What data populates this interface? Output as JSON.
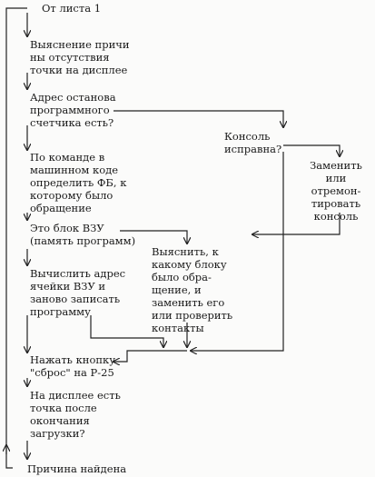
{
  "diagram": {
    "type": "flowchart",
    "nodes": {
      "start": "От листа 1",
      "step1": "Выяснение причи\nны отсутствия\nточки на дисплее",
      "step2": "Адрес останова\nпрограммного\nсчетчика есть?",
      "step3": "По команде в\nмашинном коде\nопределить ФБ, к\nкоторому было\nобращение",
      "step4": "Это блок ВЗУ\n(память программ)",
      "step5": "Вычислить адрес\nячейки ВЗУ и\nзаново записать\nпрограмму",
      "step6": "Нажать кнопку\n\"сброс\" на Р-25",
      "step7": "На дисплее есть\nточка после\nокончания\nзагрузки?",
      "end": "Причина найдена",
      "console_ok": "Консоль\nисправна?",
      "console_fix": "Заменить\nили отремон-\nтировать\nконсоль",
      "find_block": "Выяснить, к\nкакому блоку\nбыло обра-\nщение, и\nзаменить его\nили проверить\nконтакты"
    }
  }
}
